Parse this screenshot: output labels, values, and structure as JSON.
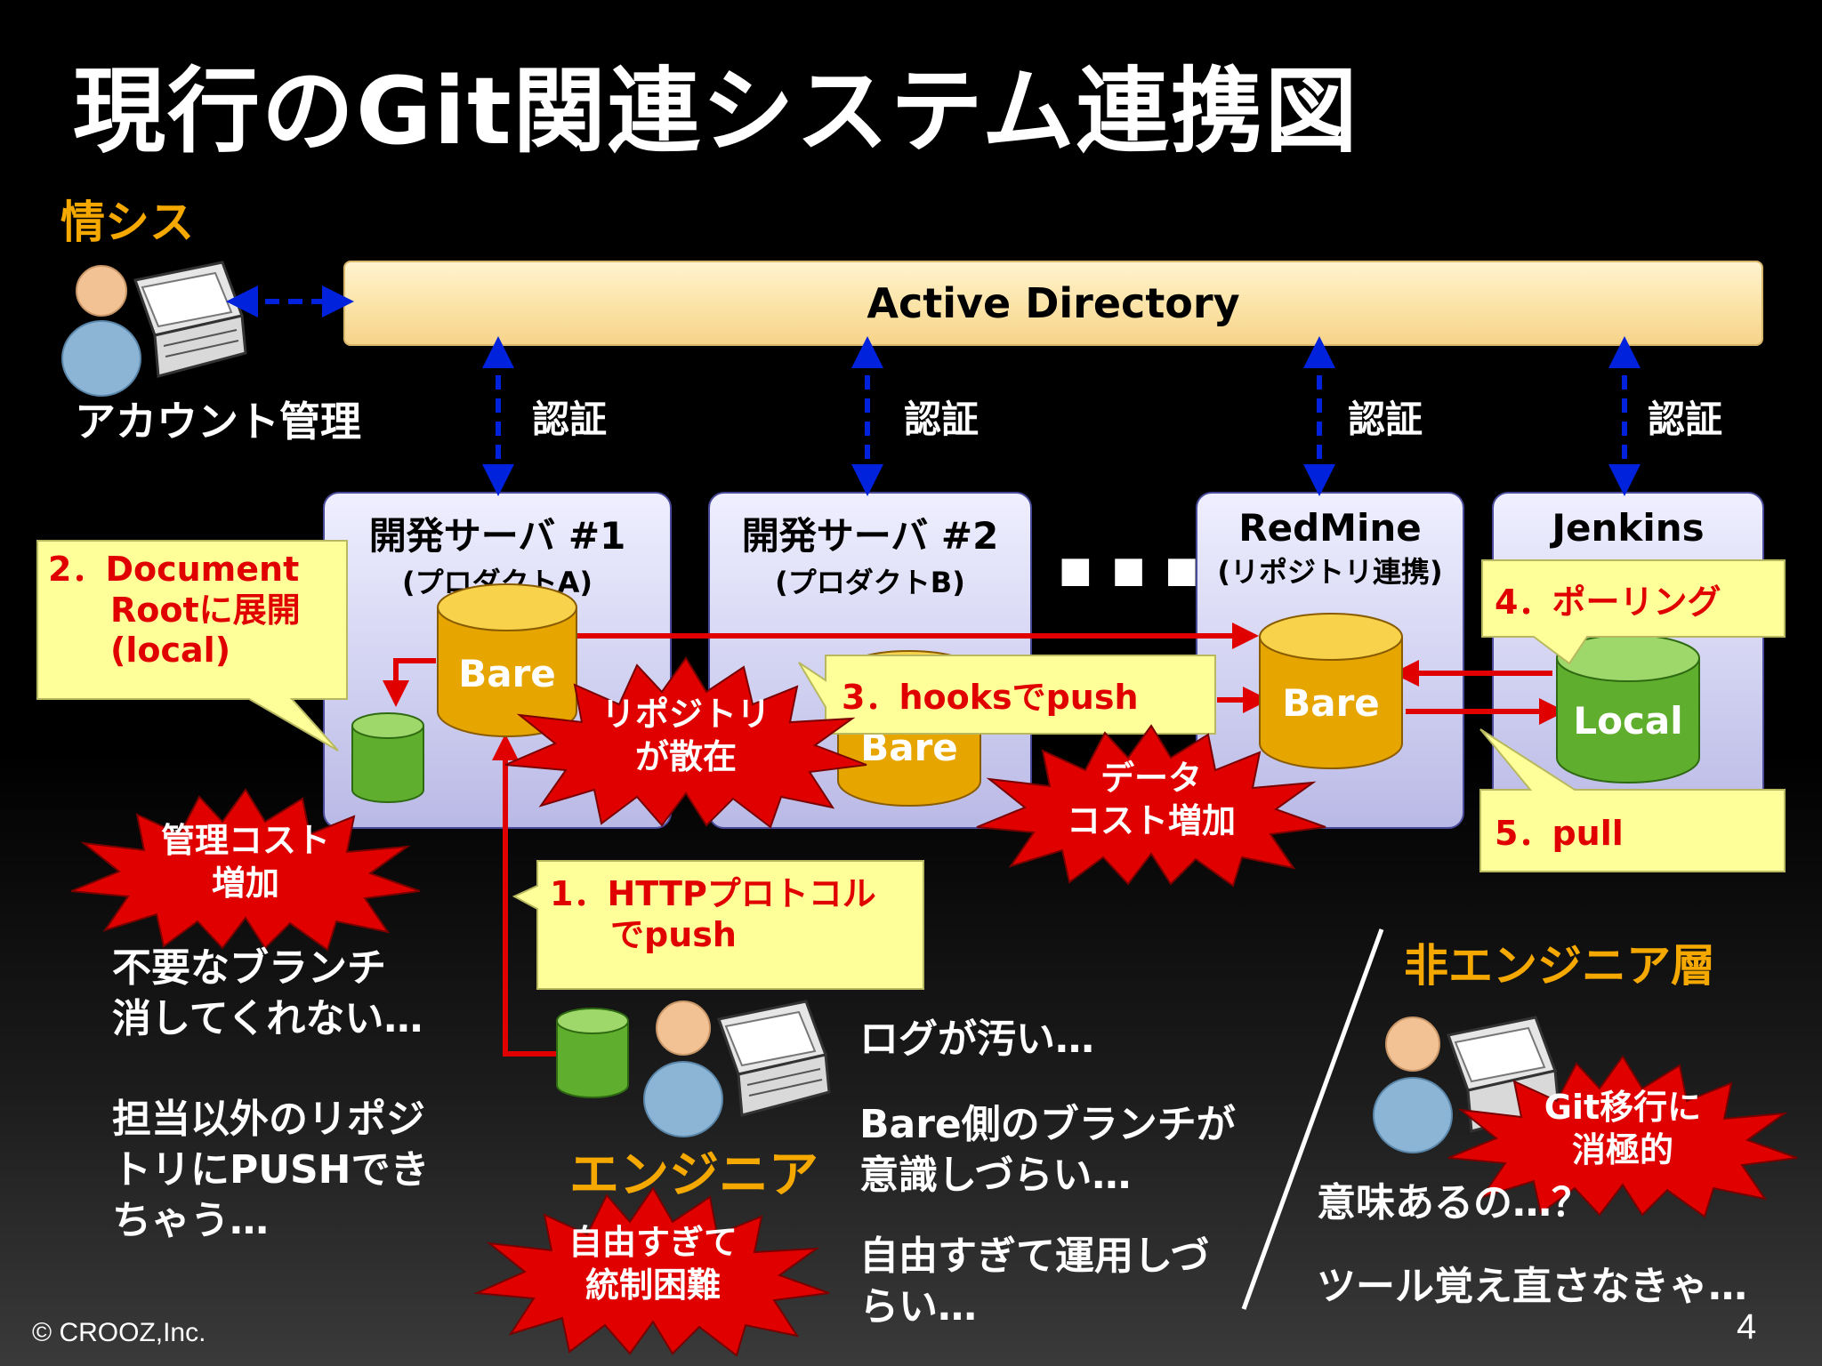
{
  "title": "現行のGit関連システム連携図",
  "roles": {
    "infosys": "情シス",
    "infosys_caption": "アカウント管理",
    "engineer": "エンジニア",
    "non_engineer": "非エンジニア層"
  },
  "active_directory": "Active Directory",
  "auth_label": "認証",
  "servers": [
    {
      "title": "開発サーバ #1",
      "sub": "(プロダクトA)"
    },
    {
      "title": "開発サーバ #2",
      "sub": "(プロダクトB)"
    },
    {
      "title": "RedMine",
      "sub": "(リポジトリ連携)"
    },
    {
      "title": "Jenkins",
      "sub": ""
    }
  ],
  "ellipsis": "■ ■ ■",
  "cylinders": {
    "bare": "Bare",
    "local": "Local"
  },
  "callouts": {
    "step1": [
      "1．HTTPプロトコル",
      "でpush"
    ],
    "step2": [
      "2．Document",
      "Rootに展開",
      "(local)"
    ],
    "step3": "3．hooksでpush",
    "step4": "4．ポーリング",
    "step5": "5．pull"
  },
  "problems": {
    "scattered": [
      "リポジトリ",
      "が散在"
    ],
    "data_cost": [
      "データ",
      "コスト増加"
    ],
    "mgmt_cost": [
      "管理コスト",
      "増加"
    ],
    "too_free": [
      "自由すぎて",
      "統制困難"
    ],
    "reluctant": [
      "Git移行に",
      "消極的"
    ]
  },
  "issues": {
    "left": [
      [
        "不要なブランチ",
        "消してくれない…"
      ],
      [
        "担当以外のリポジ",
        "トリにPUSHでき",
        "ちゃう…"
      ]
    ],
    "middle": [
      [
        "ログが汚い…"
      ],
      [
        "Bare側のブランチが",
        "意識しづらい…"
      ],
      [
        "自由すぎて運用しづ",
        "らい…"
      ]
    ],
    "right": [
      [
        "意味あるの…？"
      ],
      [
        "ツール覚え直さなきゃ…"
      ]
    ]
  },
  "footer": {
    "copyright": "© CROOZ,Inc.",
    "page": "4"
  },
  "colors": {
    "accent": "#f5a800",
    "red": "#e00000",
    "arrow_blue": "#0022dd",
    "callout": "#ffff99"
  }
}
